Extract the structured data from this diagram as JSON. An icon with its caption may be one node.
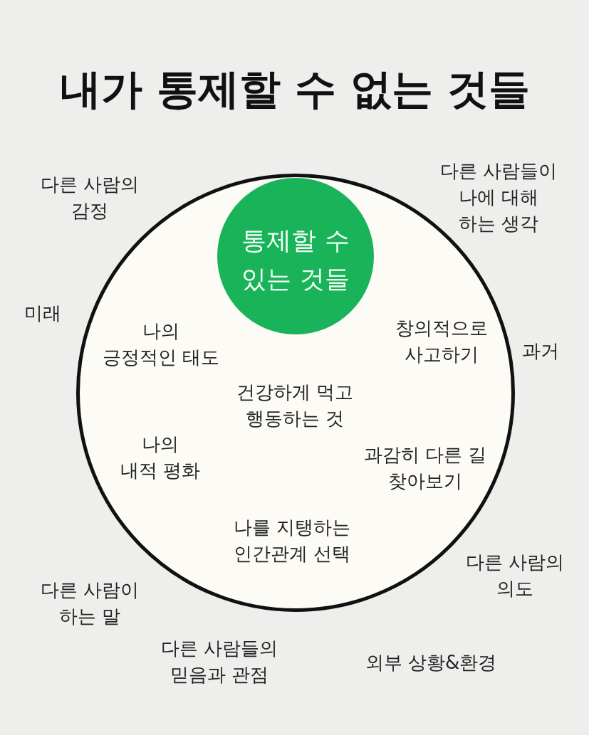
{
  "diagram": {
    "title": "내가 통제할 수 없는 것들",
    "nodes": [
      {
        "text": [
          "나의 긍정적인 태도",
          "창의적으로 사고하기",
          "건강하게 먹고 행동하는 것",
          "나의 내적 평화",
          "과감히 다른 길 찾아보기",
          "나를 지탱하는 인간관계 선택"
        ]
      },
      {
        "text": [
          "통제할 수 있는 것들"
        ],
        "in": 0
      }
    ],
    "labels": [
      "다른 사람의 감정",
      "다른 사람들이 나에 대해 하는 생각",
      "미래",
      "과거",
      "다른 사람의 의도",
      "다른 사람이 하는 말",
      "다른 사람들의 믿음과 관점",
      "외부 상황&환경"
    ]
  }
}
